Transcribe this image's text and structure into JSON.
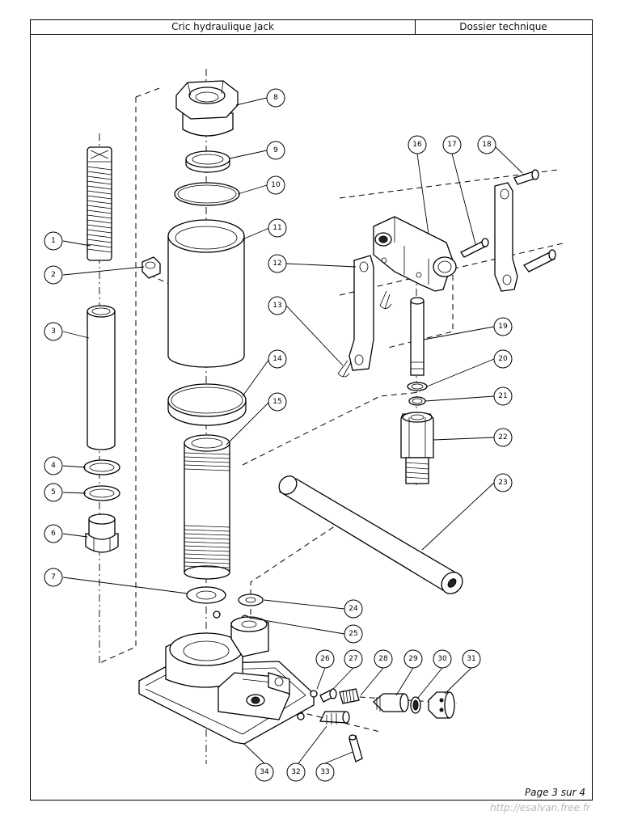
{
  "header": {
    "title": "Cric hydraulique Jack",
    "section": "Dossier technique"
  },
  "footer": {
    "page": "Page 3 sur 4",
    "url": "http://esalvan.free.fr"
  },
  "labels": [
    "1",
    "2",
    "3",
    "4",
    "5",
    "6",
    "7",
    "8",
    "9",
    "10",
    "11",
    "12",
    "13",
    "14",
    "15",
    "16",
    "17",
    "18",
    "19",
    "20",
    "21",
    "22",
    "23",
    "24",
    "25",
    "26",
    "27",
    "28",
    "29",
    "30",
    "31",
    "32",
    "33",
    "34"
  ]
}
